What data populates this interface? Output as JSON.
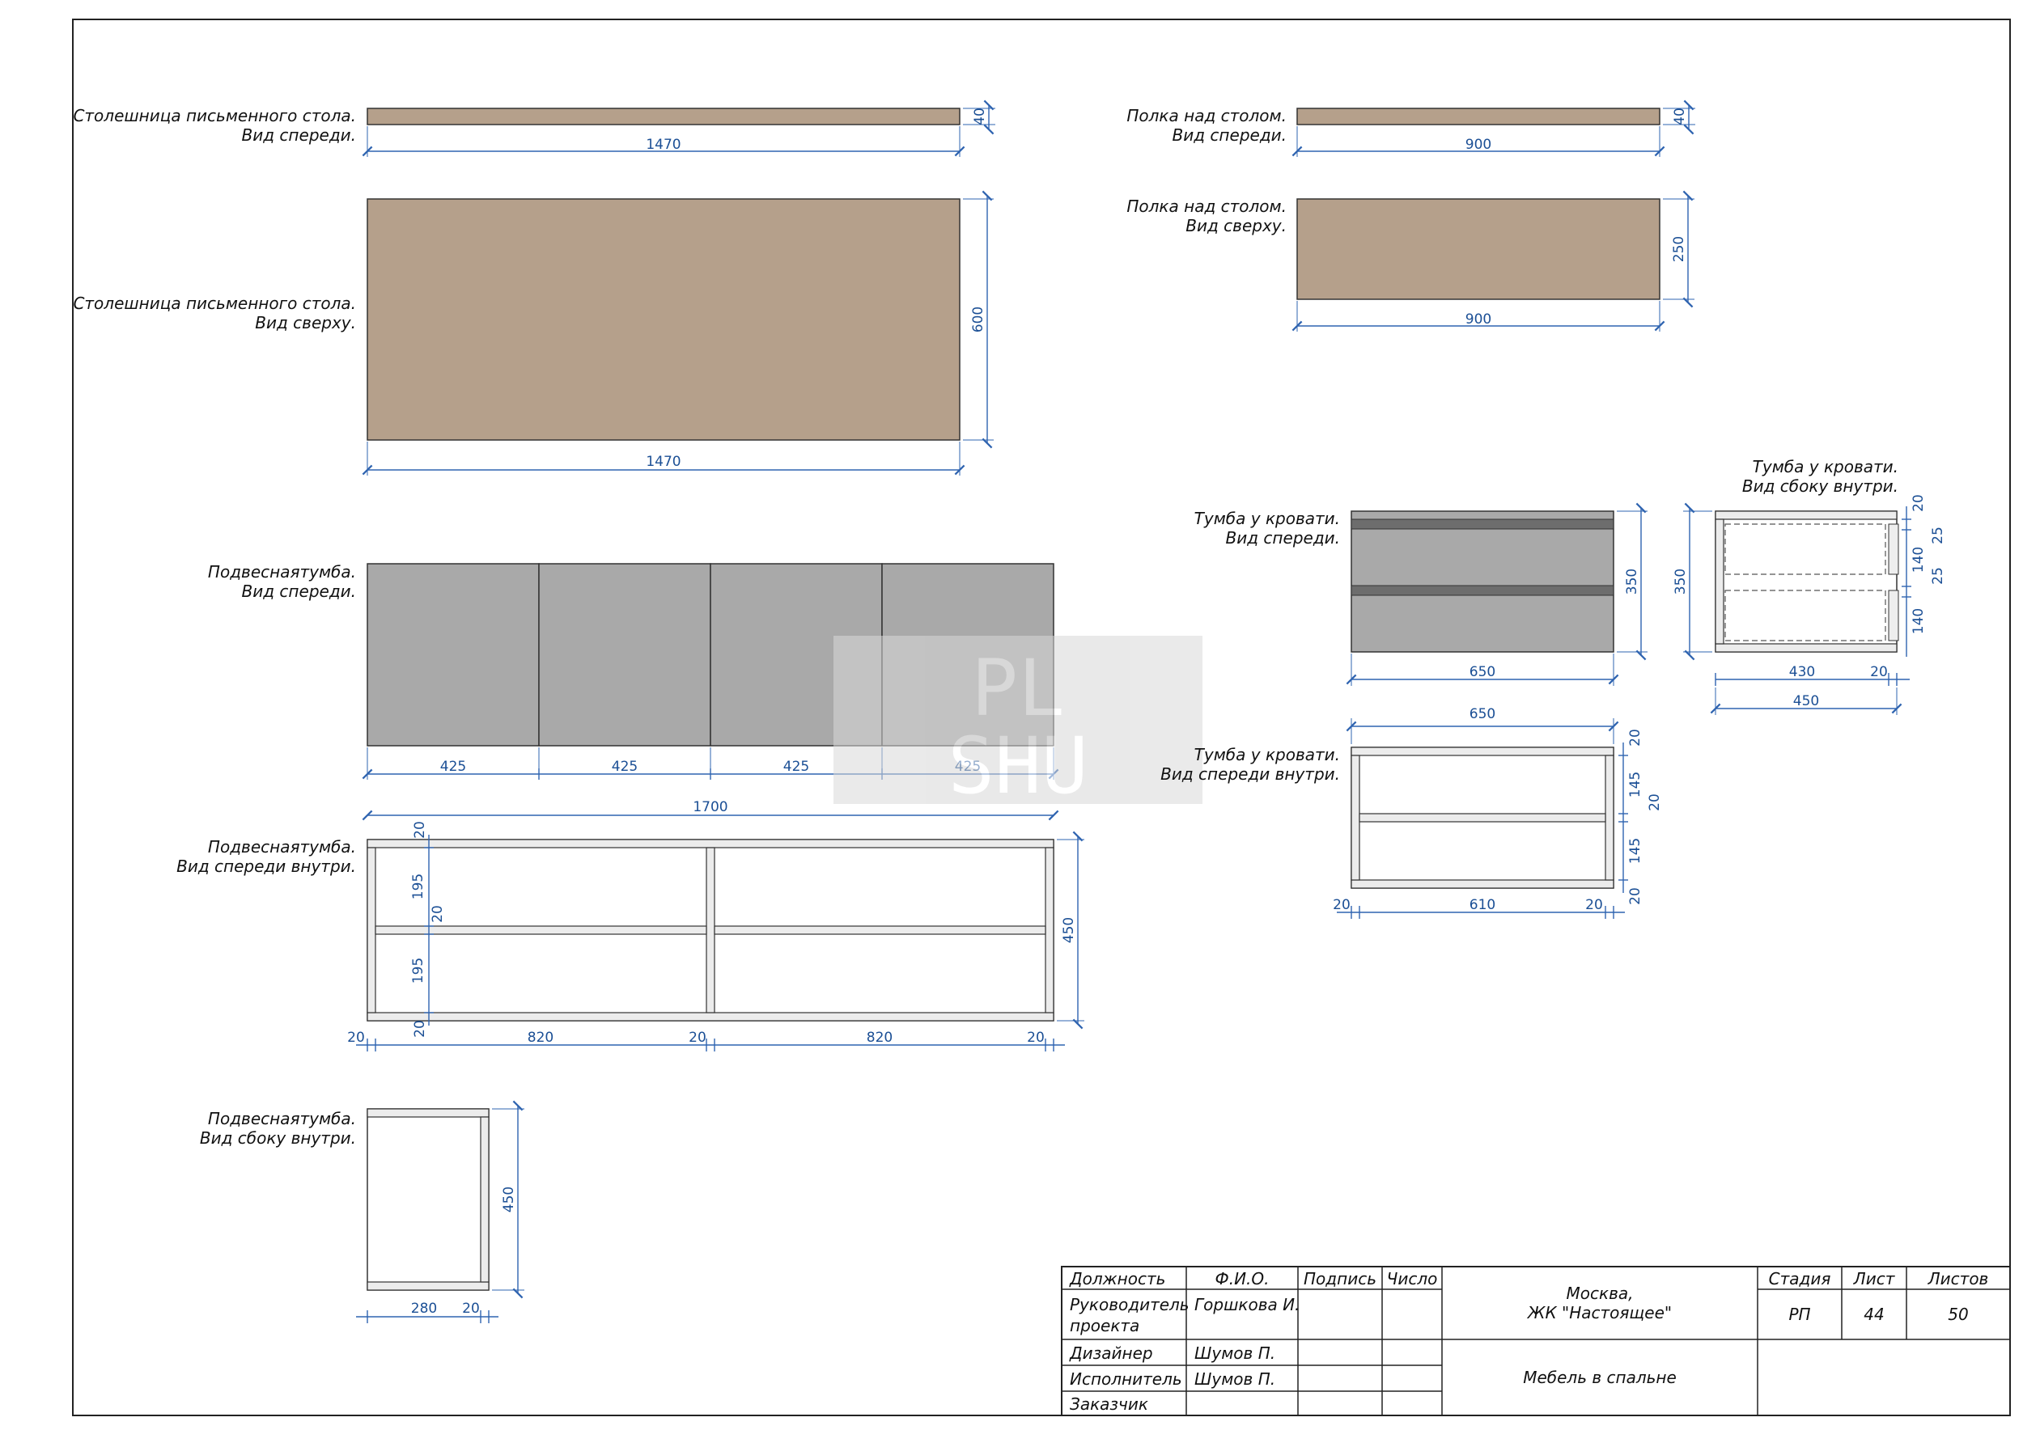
{
  "views": {
    "desktop_front": {
      "title_line1": "Столешница письменного стола.",
      "title_line2": "Вид спереди.",
      "width": "1470",
      "height": "40"
    },
    "desktop_top": {
      "title_line1": "Столешница письменного стола.",
      "title_line2": "Вид сверху.",
      "width": "1470",
      "height": "600"
    },
    "shelf_front": {
      "title_line1": "Полка над столом.",
      "title_line2": "Вид спереди.",
      "width": "900",
      "height": "40"
    },
    "shelf_top": {
      "title_line1": "Полка над столом.",
      "title_line2": "Вид сверху.",
      "width": "900",
      "height": "250"
    },
    "hanging_front": {
      "title_line1": "Подвеснаятумба.",
      "title_line2": "Вид спереди.",
      "door1": "425",
      "door2": "425",
      "door3": "425",
      "door4": "425",
      "total": "1700"
    },
    "hanging_inside": {
      "title_line1": "Подвеснаятумба.",
      "title_line2": "Вид спереди внутри.",
      "top": "20",
      "upper": "195",
      "mid": "20",
      "lower": "195",
      "bottom": "20",
      "height": "450",
      "left_side": "20",
      "bay1": "820",
      "divider": "20",
      "bay2": "820",
      "right_side": "20"
    },
    "hanging_side": {
      "title_line1": "Подвеснаятумба.",
      "title_line2": "Вид сбоку внутри.",
      "depth": "280",
      "back": "20",
      "height": "450"
    },
    "night_front": {
      "title_line1": "Тумба у кровати.",
      "title_line2": "Вид спереди.",
      "width": "650",
      "height": "350"
    },
    "night_side": {
      "title_line1": "Тумба у кровати.",
      "title_line2": "Вид сбоку внутри.",
      "height": "350",
      "top": "20",
      "gap1": "25",
      "drawer1": "140",
      "gap2": "25",
      "drawer2": "140",
      "depth": "430",
      "back": "20",
      "total_depth": "450"
    },
    "night_inside": {
      "title_line1": "Тумба у кровати.",
      "title_line2": "Вид спереди внутри.",
      "width": "650",
      "top": "20",
      "upper": "145",
      "mid": "20",
      "lower": "145",
      "bottom": "20",
      "left_side": "20",
      "inner": "610",
      "right_side": "20"
    }
  },
  "watermark": {
    "line1": "PL",
    "line2": "SHU"
  },
  "title_block": {
    "headers": {
      "position": "Должность",
      "name": "Ф.И.О.",
      "signature": "Подпись",
      "date": "Число",
      "stage": "Стадия",
      "sheet": "Лист",
      "sheets": "Листов"
    },
    "rows": [
      {
        "position_line1": "Руководитель",
        "position_line2": "проекта",
        "name": "Горшкова И."
      },
      {
        "position": "Дизайнер",
        "name": "Шумов П."
      },
      {
        "position": "Исполнитель",
        "name": "Шумов П."
      },
      {
        "position": "Заказчик",
        "name": ""
      }
    ],
    "project_line1": "Москва,",
    "project_line2": "ЖК \"Настоящее\"",
    "sheet_title": "Мебель в спальне",
    "stage": "РП",
    "sheet_no": "44",
    "sheets_total": "50"
  }
}
